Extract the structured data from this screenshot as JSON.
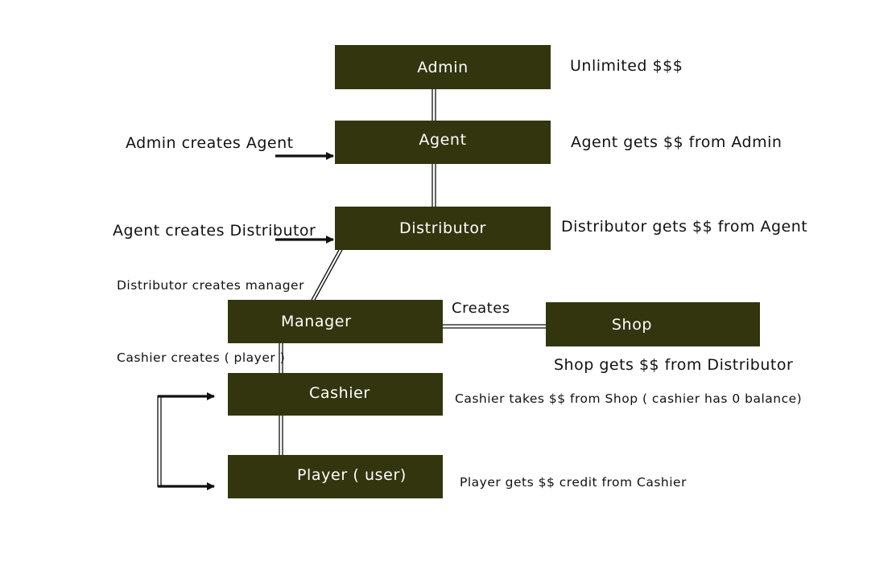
{
  "nodes": {
    "admin": "Admin",
    "agent": "Agent",
    "distributor": "Distributor",
    "manager": "Manager",
    "shop": "Shop",
    "cashier": "Cashier",
    "player": "Player ( user)"
  },
  "annotations": {
    "admin_note": "Unlimited $$$",
    "agent_note": "Agent gets $$ from Admin",
    "distributor_note": "Distributor gets $$ from Agent",
    "shop_note": "Shop gets $$ from Distributor",
    "cashier_note": "Cashier takes $$ from Shop ( cashier has 0 balance)",
    "player_note": "Player gets $$ credit from Cashier"
  },
  "edge_labels": {
    "admin_creates_agent": "Admin creates Agent",
    "agent_creates_distributor": "Agent creates Distributor",
    "distributor_creates_manager": "Distributor creates manager",
    "manager_creates_shop": "Creates",
    "cashier_creates_player": "Cashier creates ( player )"
  },
  "colors": {
    "box_fill": "#33350f",
    "box_text": "#ffffff",
    "line": "#111111"
  }
}
